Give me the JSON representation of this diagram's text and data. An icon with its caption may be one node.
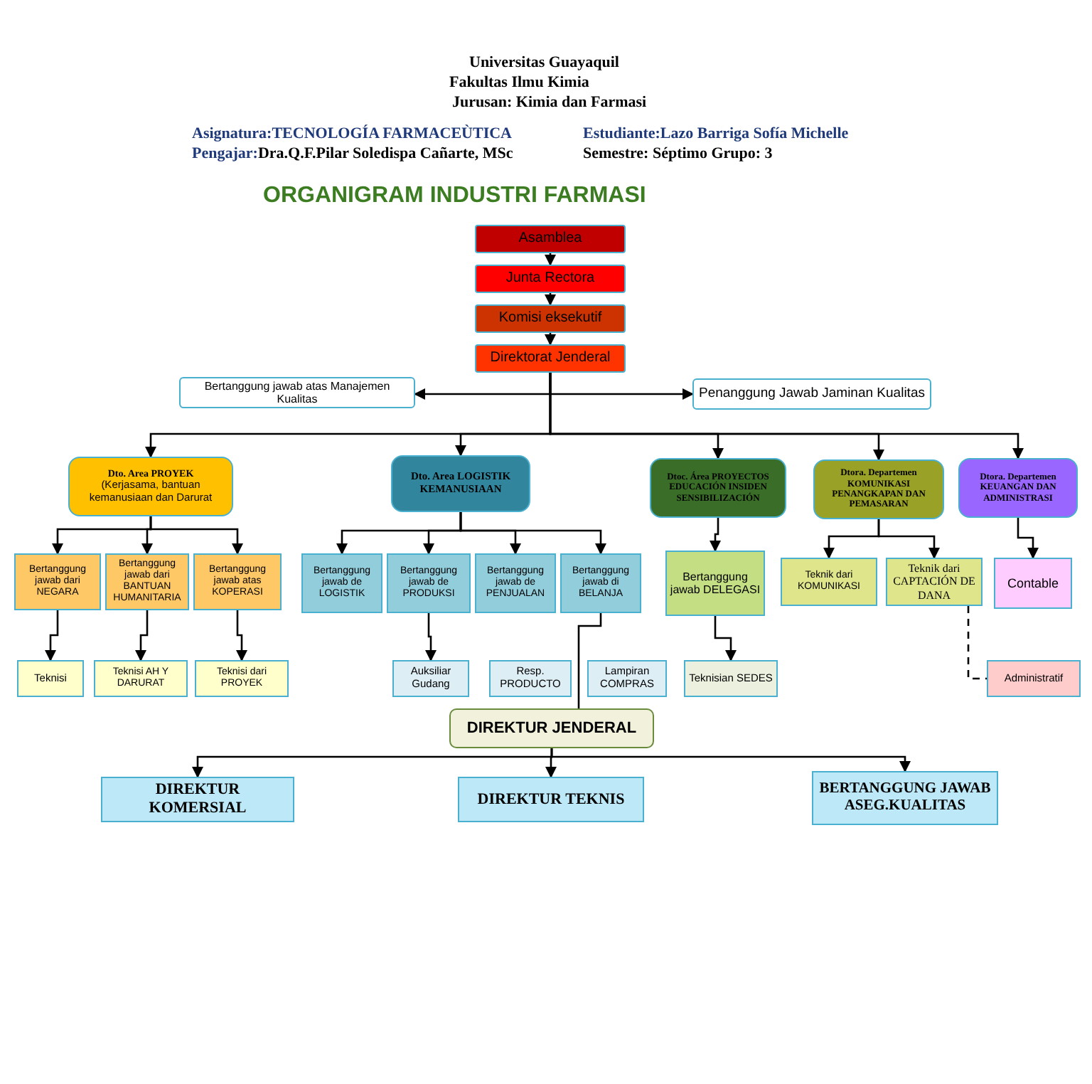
{
  "diagram": {
    "title": "ORGANIGRAM INDUSTRI FARMASI",
    "nodes": [
      {
        "text": [
          "Asamblea"
        ]
      },
      {
        "text": [
          "Junta Rectora"
        ]
      },
      {
        "text": [
          "Komisi eksekutif"
        ]
      },
      {
        "text": [
          "Direktorat Jenderal"
        ]
      },
      {
        "text": [
          "Bertanggung jawab atas Manajemen Kualitas"
        ]
      },
      {
        "text": [
          "Penanggung Jawab Jaminan Kualitas"
        ]
      },
      {
        "text": [
          "Dto. Area PROYEK",
          "(Kerjasama, bantuan kemanusiaan dan Darurat"
        ]
      },
      {
        "text": [
          "Dto. Area LOGISTIK KEMANUSIAAN"
        ]
      },
      {
        "text": [
          "Dtoc. Área PROYECTOS EDUCACIÓN INSIDEN SENSIBILIZACIÓN"
        ]
      },
      {
        "text": [
          "Dtora. Departemen KOMUNIKASI PENANGKAPAN DAN PEMASARAN"
        ]
      },
      {
        "text": [
          "Dtora. Departemen KEUANGAN DAN ADMINISTRASI"
        ]
      },
      {
        "text": [
          "Bertanggung jawab dari NEGARA"
        ]
      },
      {
        "text": [
          "Bertanggung jawab dari BANTUAN HUMANITARIA"
        ]
      },
      {
        "text": [
          "Bertanggung jawab atas KOPERASI"
        ]
      },
      {
        "text": [
          "Bertanggung jawab de LOGISTIK"
        ]
      },
      {
        "text": [
          "Bertanggung jawab de PRODUKSI"
        ]
      },
      {
        "text": [
          "Bertanggung jawab de PENJUALAN"
        ]
      },
      {
        "text": [
          "Bertanggung jawab di BELANJA"
        ]
      },
      {
        "text": [
          "Bertanggung jawab DELEGASI"
        ]
      },
      {
        "text": [
          "Teknik dari KOMUNIKASI"
        ]
      },
      {
        "text": [
          "Teknik dari CAPTACIÓN DE DANA"
        ]
      },
      {
        "text": [
          "Contable"
        ]
      },
      {
        "text": [
          "Teknisi"
        ]
      },
      {
        "text": [
          "Teknisi AH Y DARURAT"
        ]
      },
      {
        "text": [
          "Teknisi dari PROYEK"
        ]
      },
      {
        "text": [
          "Auksiliar Gudang"
        ]
      },
      {
        "text": [
          "Resp. PRODUCTO"
        ]
      },
      {
        "text": [
          "Lampiran COMPRAS"
        ]
      },
      {
        "text": [
          "Teknisian SEDES"
        ]
      },
      {
        "text": [
          "Administratif"
        ]
      },
      {
        "text": [
          "DIREKTUR JENDERAL"
        ]
      },
      {
        "text": [
          "DIREKTUR KOMERSIAL"
        ]
      },
      {
        "text": [
          "DIREKTUR TEKNIS"
        ]
      },
      {
        "text": [
          "BERTANGGUNG JAWAB ASEG.KUALITAS"
        ]
      }
    ],
    "edges": [
      {
        "from": 0,
        "to": 1,
        "arrow": "to"
      },
      {
        "from": 1,
        "to": 2,
        "arrow": "to"
      },
      {
        "from": 2,
        "to": 3,
        "arrow": "to"
      },
      {
        "from": 3,
        "to": 4,
        "arrow": "to"
      },
      {
        "from": 3,
        "to": 5,
        "arrow": "to"
      },
      {
        "from": 3,
        "to": 6,
        "arrow": "to"
      },
      {
        "from": 3,
        "to": 7,
        "arrow": "to"
      },
      {
        "from": 3,
        "to": 8,
        "arrow": "to"
      },
      {
        "from": 3,
        "to": 9,
        "arrow": "to"
      },
      {
        "from": 3,
        "to": 10,
        "arrow": "to"
      },
      {
        "from": 6,
        "to": 11,
        "arrow": "to"
      },
      {
        "from": 6,
        "to": 12,
        "arrow": "to"
      },
      {
        "from": 6,
        "to": 13,
        "arrow": "to"
      },
      {
        "from": 7,
        "to": 14,
        "arrow": "to"
      },
      {
        "from": 7,
        "to": 15,
        "arrow": "to"
      },
      {
        "from": 7,
        "to": 16,
        "arrow": "to"
      },
      {
        "from": 7,
        "to": 17,
        "arrow": "to"
      },
      {
        "from": 8,
        "to": 18,
        "arrow": "to"
      },
      {
        "from": 9,
        "to": 19,
        "arrow": "to"
      },
      {
        "from": 9,
        "to": 20,
        "arrow": "to"
      },
      {
        "from": 10,
        "to": 21,
        "arrow": "to"
      },
      {
        "from": 11,
        "to": 22,
        "arrow": "to"
      },
      {
        "from": 12,
        "to": 23,
        "arrow": "to"
      },
      {
        "from": 13,
        "to": 24,
        "arrow": "to"
      },
      {
        "from": 15,
        "to": 25,
        "arrow": "to"
      },
      {
        "from": 18,
        "to": 28,
        "arrow": "to"
      },
      {
        "from": 17,
        "to": 30,
        "arrow": "none"
      },
      {
        "from": 20,
        "to": 29,
        "arrow": "none",
        "style": "dashed"
      },
      {
        "from": 30,
        "to": 31,
        "arrow": "to"
      },
      {
        "from": 30,
        "to": 32,
        "arrow": "to"
      },
      {
        "from": 30,
        "to": 33,
        "arrow": "to"
      }
    ],
    "labels": [
      "Universitas Guayaquil",
      "Fakultas Ilmu Kimia",
      "Jurusan: Kimia dan Farmasi",
      "Asignatura:TECNOLOGÍA FARMACEÙTICA",
      "Estudiante:Lazo Barriga Sofía Michelle",
      "**Pengajar:**Dra.Q.F.Pilar Soledispa Cañarte, MSc",
      "Semestre: Séptimo Grupo: 3"
    ]
  }
}
